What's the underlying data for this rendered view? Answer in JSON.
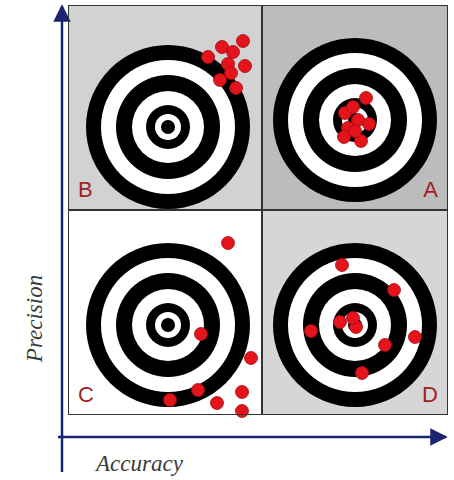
{
  "diagram": {
    "nodes": [
      {
        "text": [
          "B"
        ]
      },
      {
        "text": [
          "A"
        ]
      },
      {
        "text": [
          "C"
        ]
      },
      {
        "text": [
          "D"
        ]
      }
    ],
    "labels": [
      "Precision",
      "Accuracy"
    ]
  }
}
